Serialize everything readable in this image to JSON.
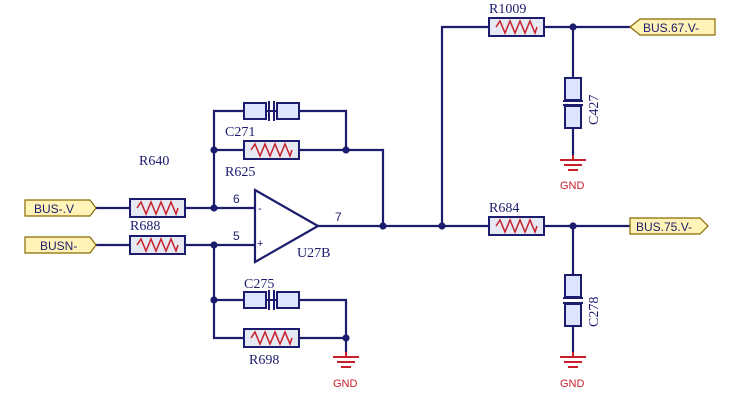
{
  "ports": {
    "in_inv": "BUS-.V",
    "in_noninv": "BUSN-",
    "out_top": "BUS.67.V-",
    "out_mid": "BUS.75.V-"
  },
  "resistors": {
    "r640": "R640",
    "r688": "R688",
    "r625": "R625",
    "r698": "R698",
    "r1009": "R1009",
    "r684": "R684"
  },
  "capacitors": {
    "c271": "C271",
    "c275": "C275",
    "c427": "C427",
    "c278": "C278"
  },
  "opamp": {
    "name": "U27B",
    "pin_inv": "6",
    "pin_noninv": "5",
    "pin_out": "7",
    "sign_minus": "-",
    "sign_plus": "+"
  },
  "ground": {
    "label": "GND"
  }
}
